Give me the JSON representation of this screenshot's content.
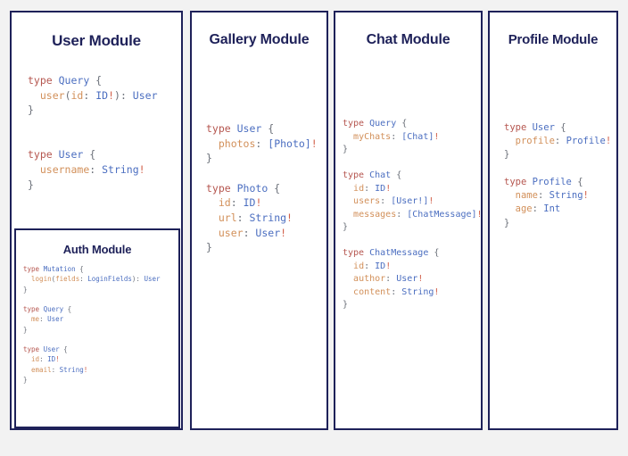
{
  "theme": {
    "background": "#f2f2f2",
    "card_background": "#ffffff",
    "border_color": "#1e2159",
    "title_color": "#1e2159",
    "code_default_color": "#555a63",
    "token_keyword_color": "#b5564f",
    "token_type_color": "#4b6ec0",
    "token_field_color": "#d2905a",
    "token_punct_color": "#6b7079",
    "token_bang_color": "#d2604a"
  },
  "cards": {
    "user": {
      "title": "User Module",
      "lines": [
        [
          {
            "t": "type ",
            "c": "kw"
          },
          {
            "t": "Query",
            "c": "type"
          },
          {
            "t": " {",
            "c": "pun"
          }
        ],
        [
          {
            "t": "  ",
            "c": "pun"
          },
          {
            "t": "user",
            "c": "fld"
          },
          {
            "t": "(",
            "c": "pun"
          },
          {
            "t": "id",
            "c": "fld"
          },
          {
            "t": ": ",
            "c": "pun"
          },
          {
            "t": "ID",
            "c": "type"
          },
          {
            "t": "!",
            "c": "bang"
          },
          {
            "t": "): ",
            "c": "pun"
          },
          {
            "t": "User",
            "c": "type"
          }
        ],
        [
          {
            "t": "}",
            "c": "pun"
          }
        ],
        [
          {
            "t": "",
            "c": "pun"
          }
        ],
        [
          {
            "t": "",
            "c": "pun"
          }
        ],
        [
          {
            "t": "type ",
            "c": "kw"
          },
          {
            "t": "User",
            "c": "type"
          },
          {
            "t": " {",
            "c": "pun"
          }
        ],
        [
          {
            "t": "  ",
            "c": "pun"
          },
          {
            "t": "username",
            "c": "fld"
          },
          {
            "t": ": ",
            "c": "pun"
          },
          {
            "t": "String",
            "c": "type"
          },
          {
            "t": "!",
            "c": "bang"
          }
        ],
        [
          {
            "t": "}",
            "c": "pun"
          }
        ]
      ]
    },
    "auth": {
      "title": "Auth Module",
      "lines": [
        [
          {
            "t": "type ",
            "c": "kw"
          },
          {
            "t": "Mutation",
            "c": "type"
          },
          {
            "t": " {",
            "c": "pun"
          }
        ],
        [
          {
            "t": "  ",
            "c": "pun"
          },
          {
            "t": "login",
            "c": "fld"
          },
          {
            "t": "(",
            "c": "pun"
          },
          {
            "t": "fields",
            "c": "fld"
          },
          {
            "t": ": ",
            "c": "pun"
          },
          {
            "t": "LoginFields",
            "c": "type"
          },
          {
            "t": "): ",
            "c": "pun"
          },
          {
            "t": "User",
            "c": "type"
          }
        ],
        [
          {
            "t": "}",
            "c": "pun"
          }
        ],
        [
          {
            "t": "",
            "c": "pun"
          }
        ],
        [
          {
            "t": "type ",
            "c": "kw"
          },
          {
            "t": "Query",
            "c": "type"
          },
          {
            "t": " {",
            "c": "pun"
          }
        ],
        [
          {
            "t": "  ",
            "c": "pun"
          },
          {
            "t": "me",
            "c": "fld"
          },
          {
            "t": ": ",
            "c": "pun"
          },
          {
            "t": "User",
            "c": "type"
          }
        ],
        [
          {
            "t": "}",
            "c": "pun"
          }
        ],
        [
          {
            "t": "",
            "c": "pun"
          }
        ],
        [
          {
            "t": "type ",
            "c": "kw"
          },
          {
            "t": "User",
            "c": "type"
          },
          {
            "t": " {",
            "c": "pun"
          }
        ],
        [
          {
            "t": "  ",
            "c": "pun"
          },
          {
            "t": "id",
            "c": "fld"
          },
          {
            "t": ": ",
            "c": "pun"
          },
          {
            "t": "ID",
            "c": "type"
          },
          {
            "t": "!",
            "c": "bang"
          }
        ],
        [
          {
            "t": "  ",
            "c": "pun"
          },
          {
            "t": "email",
            "c": "fld"
          },
          {
            "t": ": ",
            "c": "pun"
          },
          {
            "t": "String",
            "c": "type"
          },
          {
            "t": "!",
            "c": "bang"
          }
        ],
        [
          {
            "t": "}",
            "c": "pun"
          }
        ]
      ]
    },
    "gallery": {
      "title": "Gallery Module",
      "lines": [
        [
          {
            "t": "type ",
            "c": "kw"
          },
          {
            "t": "User",
            "c": "type"
          },
          {
            "t": " {",
            "c": "pun"
          }
        ],
        [
          {
            "t": "  ",
            "c": "pun"
          },
          {
            "t": "photos",
            "c": "fld"
          },
          {
            "t": ": ",
            "c": "pun"
          },
          {
            "t": "[Photo]",
            "c": "type"
          },
          {
            "t": "!",
            "c": "bang"
          }
        ],
        [
          {
            "t": "}",
            "c": "pun"
          }
        ],
        [
          {
            "t": "",
            "c": "pun"
          }
        ],
        [
          {
            "t": "type ",
            "c": "kw"
          },
          {
            "t": "Photo",
            "c": "type"
          },
          {
            "t": " {",
            "c": "pun"
          }
        ],
        [
          {
            "t": "  ",
            "c": "pun"
          },
          {
            "t": "id",
            "c": "fld"
          },
          {
            "t": ": ",
            "c": "pun"
          },
          {
            "t": "ID",
            "c": "type"
          },
          {
            "t": "!",
            "c": "bang"
          }
        ],
        [
          {
            "t": "  ",
            "c": "pun"
          },
          {
            "t": "url",
            "c": "fld"
          },
          {
            "t": ": ",
            "c": "pun"
          },
          {
            "t": "String",
            "c": "type"
          },
          {
            "t": "!",
            "c": "bang"
          }
        ],
        [
          {
            "t": "  ",
            "c": "pun"
          },
          {
            "t": "user",
            "c": "fld"
          },
          {
            "t": ": ",
            "c": "pun"
          },
          {
            "t": "User",
            "c": "type"
          },
          {
            "t": "!",
            "c": "bang"
          }
        ],
        [
          {
            "t": "}",
            "c": "pun"
          }
        ]
      ]
    },
    "chat": {
      "title": "Chat Module",
      "lines": [
        [
          {
            "t": "type ",
            "c": "kw"
          },
          {
            "t": "Query",
            "c": "type"
          },
          {
            "t": " {",
            "c": "pun"
          }
        ],
        [
          {
            "t": "  ",
            "c": "pun"
          },
          {
            "t": "myChats",
            "c": "fld"
          },
          {
            "t": ": ",
            "c": "pun"
          },
          {
            "t": "[Chat]",
            "c": "type"
          },
          {
            "t": "!",
            "c": "bang"
          }
        ],
        [
          {
            "t": "}",
            "c": "pun"
          }
        ],
        [
          {
            "t": "",
            "c": "pun"
          }
        ],
        [
          {
            "t": "type ",
            "c": "kw"
          },
          {
            "t": "Chat",
            "c": "type"
          },
          {
            "t": " {",
            "c": "pun"
          }
        ],
        [
          {
            "t": "  ",
            "c": "pun"
          },
          {
            "t": "id",
            "c": "fld"
          },
          {
            "t": ": ",
            "c": "pun"
          },
          {
            "t": "ID",
            "c": "type"
          },
          {
            "t": "!",
            "c": "bang"
          }
        ],
        [
          {
            "t": "  ",
            "c": "pun"
          },
          {
            "t": "users",
            "c": "fld"
          },
          {
            "t": ": ",
            "c": "pun"
          },
          {
            "t": "[User!]",
            "c": "type"
          },
          {
            "t": "!",
            "c": "bang"
          }
        ],
        [
          {
            "t": "  ",
            "c": "pun"
          },
          {
            "t": "messages",
            "c": "fld"
          },
          {
            "t": ": ",
            "c": "pun"
          },
          {
            "t": "[ChatMessage]",
            "c": "type"
          },
          {
            "t": "!",
            "c": "bang"
          }
        ],
        [
          {
            "t": "}",
            "c": "pun"
          }
        ],
        [
          {
            "t": "",
            "c": "pun"
          }
        ],
        [
          {
            "t": "type ",
            "c": "kw"
          },
          {
            "t": "ChatMessage",
            "c": "type"
          },
          {
            "t": " {",
            "c": "pun"
          }
        ],
        [
          {
            "t": "  ",
            "c": "pun"
          },
          {
            "t": "id",
            "c": "fld"
          },
          {
            "t": ": ",
            "c": "pun"
          },
          {
            "t": "ID",
            "c": "type"
          },
          {
            "t": "!",
            "c": "bang"
          }
        ],
        [
          {
            "t": "  ",
            "c": "pun"
          },
          {
            "t": "author",
            "c": "fld"
          },
          {
            "t": ": ",
            "c": "pun"
          },
          {
            "t": "User",
            "c": "type"
          },
          {
            "t": "!",
            "c": "bang"
          }
        ],
        [
          {
            "t": "  ",
            "c": "pun"
          },
          {
            "t": "content",
            "c": "fld"
          },
          {
            "t": ": ",
            "c": "pun"
          },
          {
            "t": "String",
            "c": "type"
          },
          {
            "t": "!",
            "c": "bang"
          }
        ],
        [
          {
            "t": "}",
            "c": "pun"
          }
        ]
      ]
    },
    "profile": {
      "title": "Profile Module",
      "lines": [
        [
          {
            "t": "type ",
            "c": "kw"
          },
          {
            "t": "User",
            "c": "type"
          },
          {
            "t": " {",
            "c": "pun"
          }
        ],
        [
          {
            "t": "  ",
            "c": "pun"
          },
          {
            "t": "profile",
            "c": "fld"
          },
          {
            "t": ": ",
            "c": "pun"
          },
          {
            "t": "Profile",
            "c": "type"
          },
          {
            "t": "!",
            "c": "bang"
          }
        ],
        [
          {
            "t": "}",
            "c": "pun"
          }
        ],
        [
          {
            "t": "",
            "c": "pun"
          }
        ],
        [
          {
            "t": "type ",
            "c": "kw"
          },
          {
            "t": "Profile",
            "c": "type"
          },
          {
            "t": " {",
            "c": "pun"
          }
        ],
        [
          {
            "t": "  ",
            "c": "pun"
          },
          {
            "t": "name",
            "c": "fld"
          },
          {
            "t": ": ",
            "c": "pun"
          },
          {
            "t": "String",
            "c": "type"
          },
          {
            "t": "!",
            "c": "bang"
          }
        ],
        [
          {
            "t": "  ",
            "c": "pun"
          },
          {
            "t": "age",
            "c": "fld"
          },
          {
            "t": ": ",
            "c": "pun"
          },
          {
            "t": "Int",
            "c": "type"
          }
        ],
        [
          {
            "t": "}",
            "c": "pun"
          }
        ]
      ]
    }
  }
}
